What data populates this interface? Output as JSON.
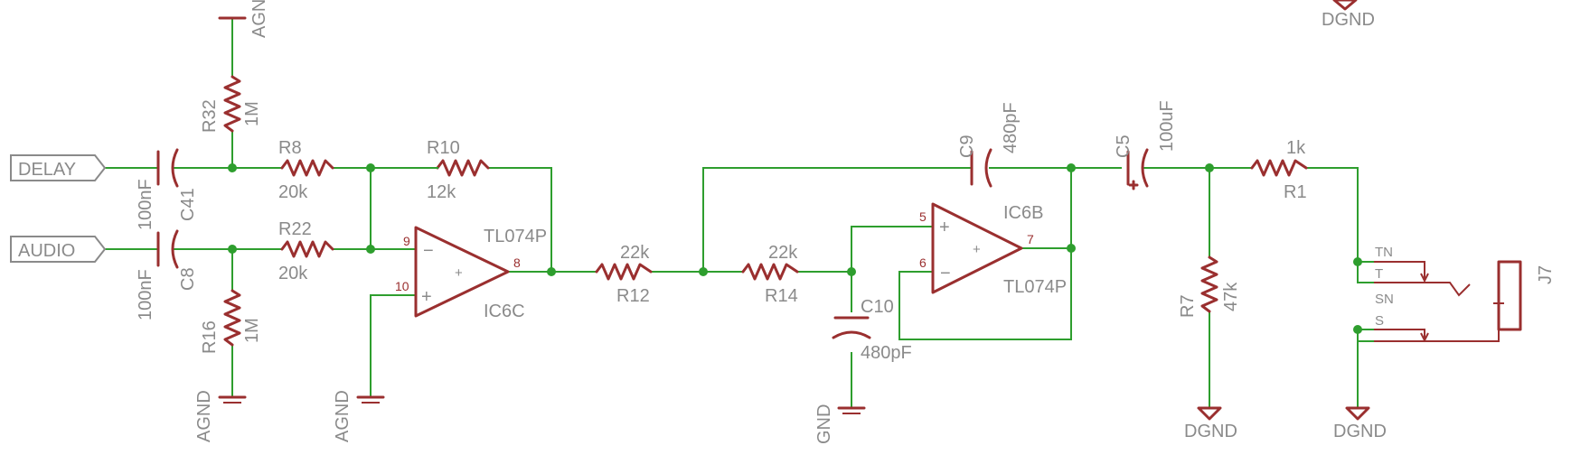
{
  "ports": {
    "delay": "DELAY",
    "audio": "AUDIO"
  },
  "components": {
    "r32": {
      "ref": "R32",
      "value": "1M"
    },
    "c41": {
      "ref": "C41",
      "value": "100nF"
    },
    "c8": {
      "ref": "C8",
      "value": "100nF"
    },
    "r8": {
      "ref": "R8",
      "value": "20k"
    },
    "r22": {
      "ref": "R22",
      "value": "20k"
    },
    "r10": {
      "ref": "R10",
      "value": "12k"
    },
    "r16": {
      "ref": "R16",
      "value": "1M"
    },
    "ic6c": {
      "ref": "IC6C",
      "part": "TL074P",
      "pin_inv": "9",
      "pin_noninv": "10",
      "pin_out": "8"
    },
    "r12": {
      "ref": "R12",
      "value": "22k"
    },
    "r14": {
      "ref": "R14",
      "value": "22k"
    },
    "c10": {
      "ref": "C10",
      "value": "480pF"
    },
    "c9": {
      "ref": "C9",
      "value": "480pF"
    },
    "ic6b": {
      "ref": "IC6B",
      "part": "TL074P",
      "pin_noninv": "5",
      "pin_inv": "6",
      "pin_out": "7"
    },
    "c5": {
      "ref": "C5",
      "value": "100uF"
    },
    "r1": {
      "ref": "R1",
      "value": "1k"
    },
    "r7": {
      "ref": "R7",
      "value": "47k"
    },
    "j7": {
      "ref": "J7",
      "pins": [
        "TN",
        "T",
        "SN",
        "S"
      ]
    }
  },
  "supplies": {
    "agnd": "AGND",
    "dgnd": "DGND",
    "agnd_clipped": "GND"
  },
  "symbols": {
    "plus": "+",
    "minus": "−"
  },
  "colors": {
    "wire": "#2e9e2e",
    "part": "#9a2f2f",
    "text": "#8a8a8a"
  }
}
